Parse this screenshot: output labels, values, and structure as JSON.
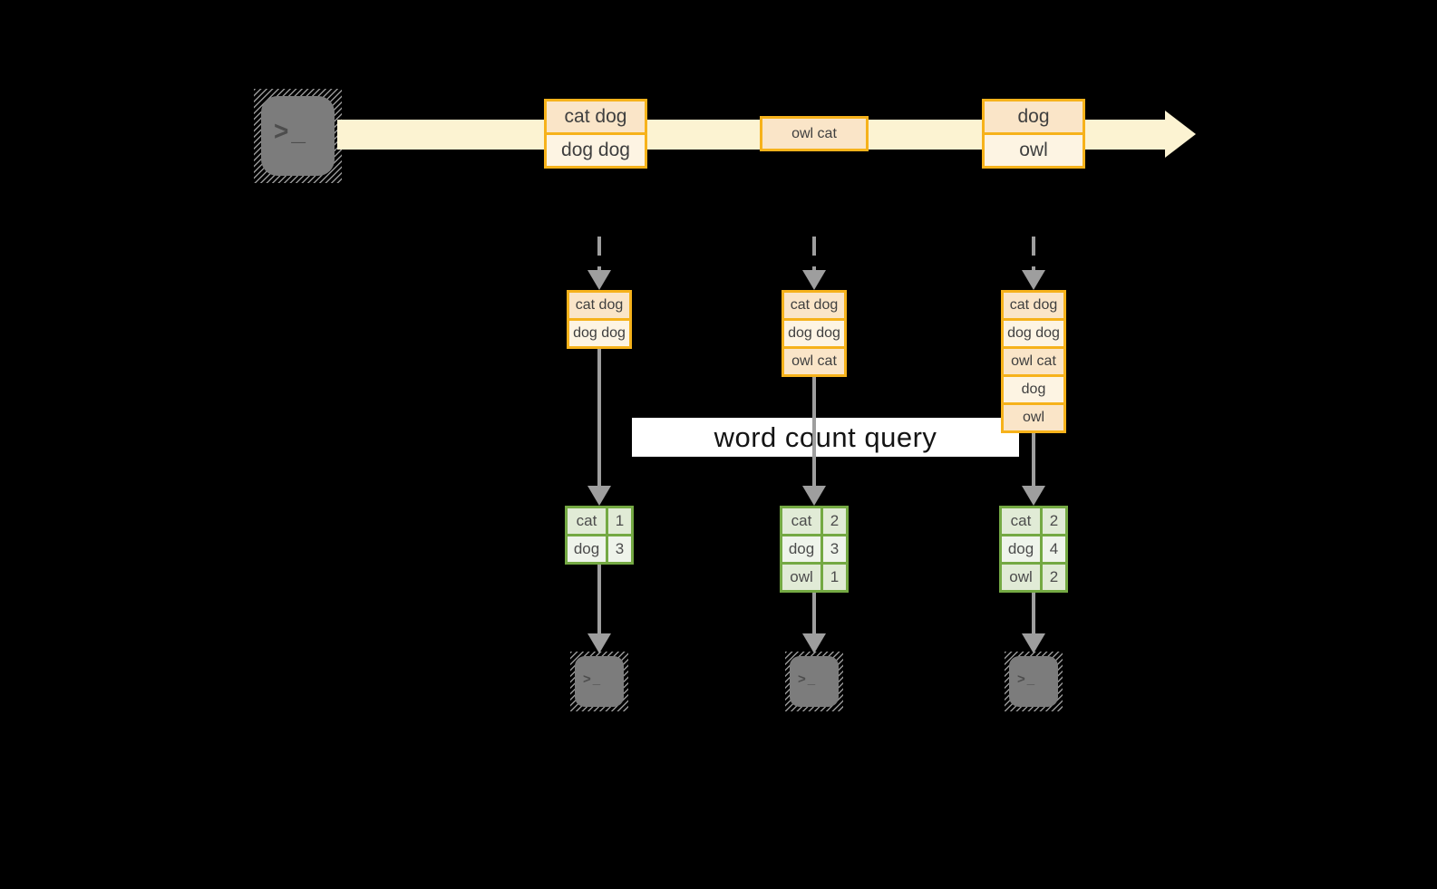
{
  "diagram": {
    "source_terminal": {
      "prompt": ">_"
    },
    "stream_boxes": [
      {
        "cells": [
          "cat dog",
          "dog dog"
        ]
      },
      {
        "cells": [
          "owl cat"
        ]
      },
      {
        "cells": [
          "dog",
          "owl"
        ]
      }
    ],
    "query_band": {
      "label": "word count query"
    },
    "columns": [
      {
        "buffer_cells": [
          "cat dog",
          "dog dog"
        ],
        "count_rows": [
          {
            "word": "cat",
            "count": "1"
          },
          {
            "word": "dog",
            "count": "3"
          }
        ],
        "sink_prompt": ">_"
      },
      {
        "buffer_cells": [
          "cat dog",
          "dog dog",
          "owl cat"
        ],
        "count_rows": [
          {
            "word": "cat",
            "count": "2"
          },
          {
            "word": "dog",
            "count": "3"
          },
          {
            "word": "owl",
            "count": "1"
          }
        ],
        "sink_prompt": ">_"
      },
      {
        "buffer_cells": [
          "cat dog",
          "dog dog",
          "owl cat",
          "dog",
          "owl"
        ],
        "count_rows": [
          {
            "word": "cat",
            "count": "2"
          },
          {
            "word": "dog",
            "count": "4"
          },
          {
            "word": "owl",
            "count": "2"
          }
        ],
        "sink_prompt": ">_"
      }
    ],
    "colors": {
      "background": "#000000",
      "stream_fill": "#fcf3d2",
      "amber_border": "#f6b21b",
      "cell_peach": "#fae5c8",
      "cell_cream": "#fdf4e3",
      "green_border": "#74a943",
      "green_row_a": "#e1ebd6",
      "green_row_b": "#eff4eb",
      "arrow_gray": "#9e9e9e",
      "terminal_gray": "#7c7c7c",
      "query_band_bg": "#ffffff"
    }
  }
}
